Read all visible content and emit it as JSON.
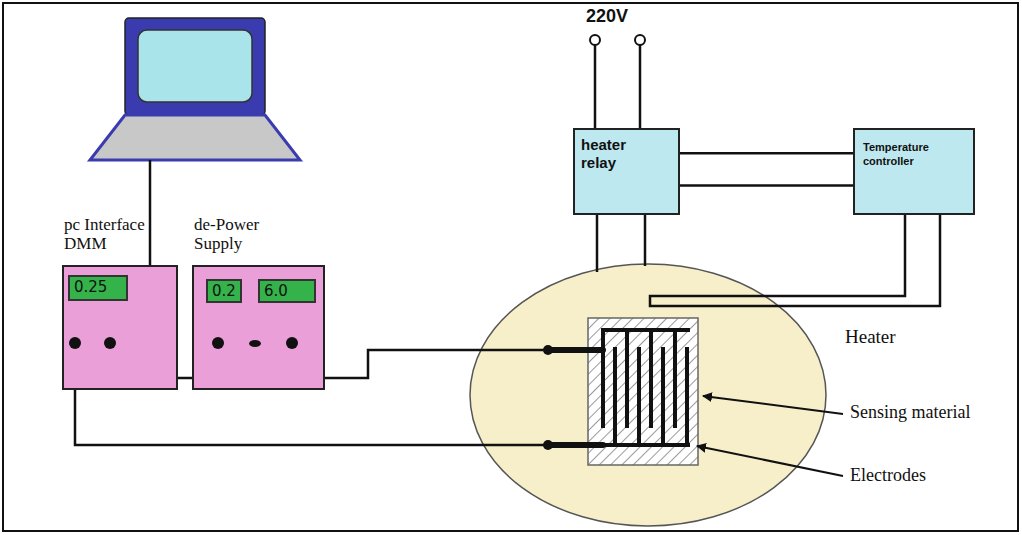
{
  "diagram": {
    "nodes": [
      {
        "text": [
          "pc Interface DMM",
          "0.25"
        ]
      },
      {
        "text": [
          "de-Power Supply",
          "0.2",
          "6.0"
        ]
      },
      {
        "text": [
          "heater relay"
        ]
      },
      {
        "text": [
          "Temperature controller"
        ]
      }
    ],
    "edges": [
      {
        "from": 0,
        "to": 1,
        "arrow": "none"
      },
      {
        "from": 2,
        "to": 3,
        "arrow": "none"
      },
      {
        "from": 2,
        "to": 3,
        "arrow": "none"
      }
    ],
    "labels": [
      "220V",
      "Heater",
      "Sensing material",
      "Electrodes"
    ]
  }
}
